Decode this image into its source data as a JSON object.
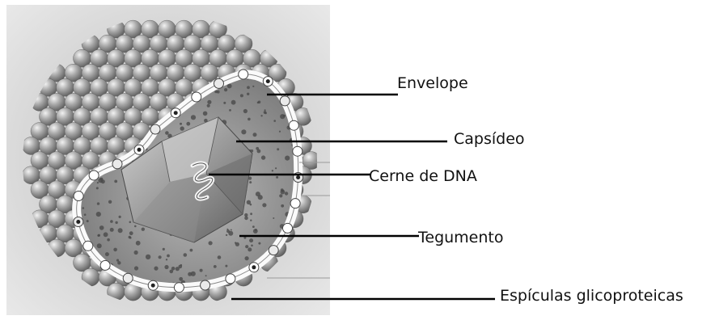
{
  "labels": {
    "envelope": "Envelope",
    "capsid": "Capsídeo",
    "dna_core": "Cerne de DNA",
    "tegument": "Tegumento",
    "spicules": "Espículas glicoproteicas"
  },
  "colors": {
    "leader_line": "#000000",
    "membrane": "#f6f6f6",
    "sphere_dark": "#6a6a6a",
    "sphere_light": "#e4e4e4",
    "background_glow": "#d9d9d9"
  }
}
